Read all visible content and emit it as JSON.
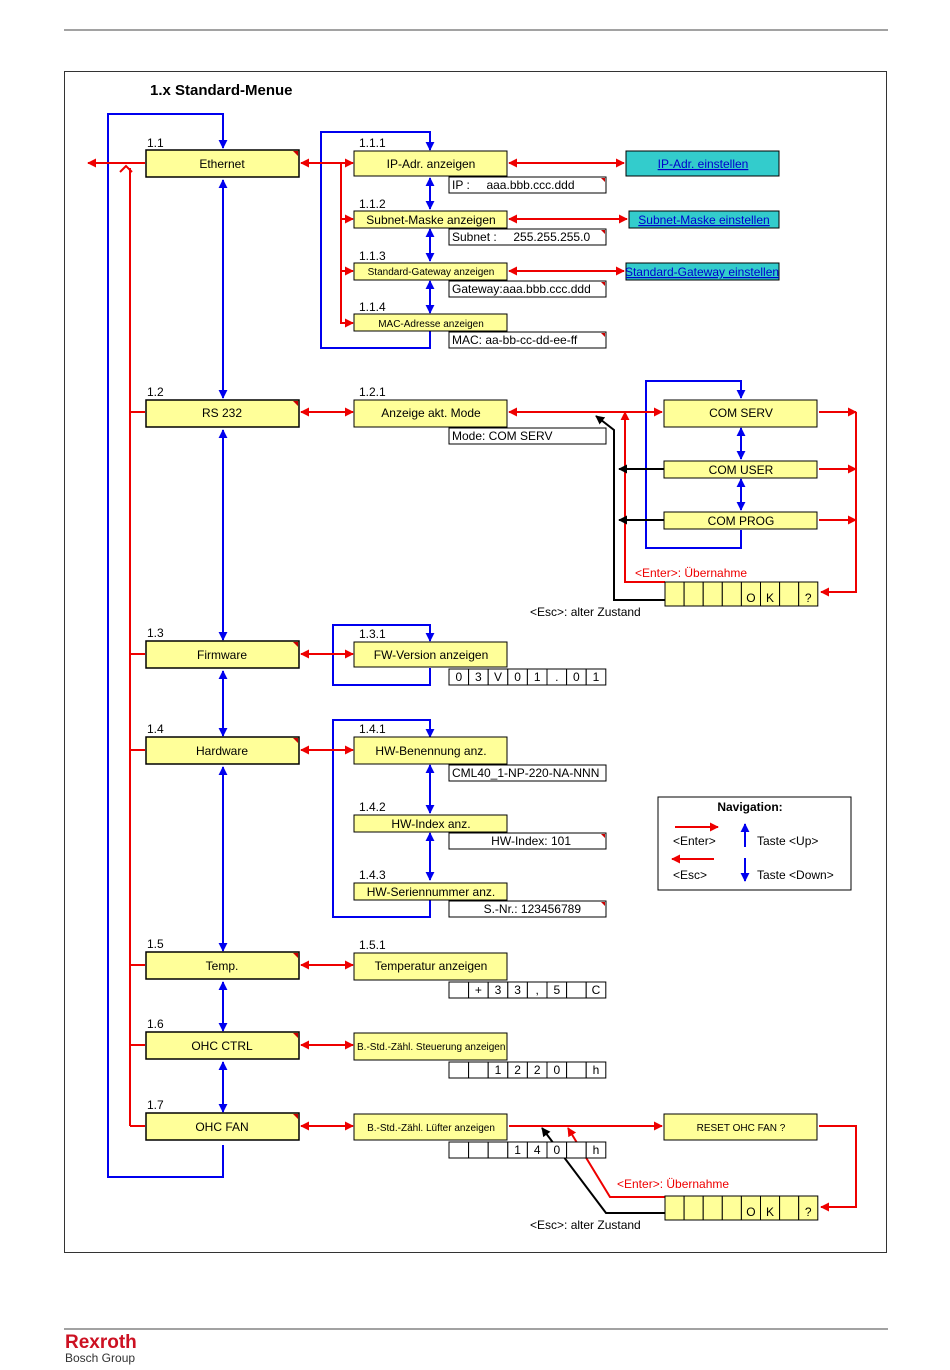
{
  "title": "1.x   Standard-Menue",
  "colors": {
    "box": "#ffff99",
    "link_box": "#33cccc",
    "enter": "#ee0000",
    "nav": "#0000ee",
    "esc": "#000000"
  },
  "main_menu": [
    {
      "num": "1.1",
      "label": "Ethernet"
    },
    {
      "num": "1.2",
      "label": "RS 232"
    },
    {
      "num": "1.3",
      "label": "Firmware"
    },
    {
      "num": "1.4",
      "label": "Hardware"
    },
    {
      "num": "1.5",
      "label": "Temp."
    },
    {
      "num": "1.6",
      "label": "OHC CTRL"
    },
    {
      "num": "1.7",
      "label": "OHC FAN"
    }
  ],
  "sub_menu": [
    {
      "num": "1.1.1",
      "label": "IP-Adr. anzeigen",
      "value": "IP :     aaa.bbb.ccc.ddd"
    },
    {
      "num": "1.1.2",
      "label": "Subnet-Maske anzeigen",
      "value": "Subnet :     255.255.255.0"
    },
    {
      "num": "1.1.3",
      "label": "Standard-Gateway anzeigen",
      "value": "Gateway:aaa.bbb.ccc.ddd"
    },
    {
      "num": "1.1.4",
      "label": "MAC-Adresse anzeigen",
      "value": "MAC: aa-bb-cc-dd-ee-ff"
    },
    {
      "num": "1.2.1",
      "label": "Anzeige akt. Mode",
      "value": "Mode: COM SERV"
    },
    {
      "num": "1.3.1",
      "label": "FW-Version anzeigen",
      "value": ""
    },
    {
      "num": "1.4.1",
      "label": "HW-Benennung anz.",
      "value": "CML40_1-NP-220-NA-NNN"
    },
    {
      "num": "1.4.2",
      "label": "HW-Index anz.",
      "value": "HW-Index: 101"
    },
    {
      "num": "1.4.3",
      "label": "HW-Seriennummer anz.",
      "value": "S.-Nr.: 123456789"
    },
    {
      "num": "1.5.1",
      "label": "Temperatur anzeigen",
      "value": ""
    },
    {
      "num": "",
      "label": "B.-Std.-Zähl. Steuerung anzeigen",
      "value": ""
    },
    {
      "num": "",
      "label": "B.-Std.-Zähl. Lüfter anzeigen",
      "value": ""
    }
  ],
  "set_links": [
    "IP-Adr. einstellen",
    "Subnet-Maske einstellen",
    "Standard-Gateway einstellen"
  ],
  "com_modes": [
    "COM SERV",
    "COM USER",
    "COM PROG"
  ],
  "reset_label": "RESET OHC FAN ?",
  "enter_note": "<Enter>: Übernahme",
  "esc_note": "<Esc>: alter Zustand",
  "cells": {
    "firmware": [
      "0",
      "3",
      "V",
      "0",
      "1",
      ".",
      "0",
      "1"
    ],
    "temp": [
      "",
      "+",
      "3",
      "3",
      ",",
      "5",
      "",
      "C"
    ],
    "ohc_ctrl": [
      "",
      "",
      "1",
      "2",
      "2",
      "0",
      "",
      "h"
    ],
    "ohc_fan": [
      "",
      "",
      "",
      "1",
      "4",
      "0",
      "",
      "h"
    ],
    "confirm": [
      "",
      "",
      "",
      "",
      "O",
      "K",
      "",
      "?"
    ]
  },
  "legend": {
    "title": "Navigation:",
    "enter": "<Enter>",
    "esc": "<Esc>",
    "up": "Taste <Up>",
    "down": "Taste <Down>"
  },
  "footer": {
    "brand": "Rexroth",
    "group": "Bosch Group"
  }
}
